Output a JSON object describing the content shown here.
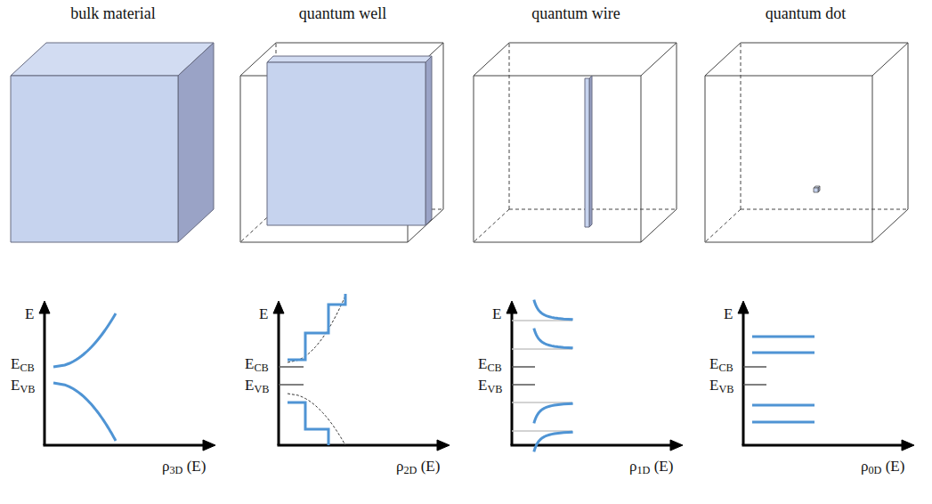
{
  "diagram": {
    "labels": [
      "bulk material",
      "quantum well",
      "quantum wire",
      "quantum dot",
      "E",
      "ECB",
      "EVB",
      "ρ3D (E)",
      "E",
      "ECB",
      "EVB",
      "ρ2D (E)",
      "E",
      "ECB",
      "EVB",
      "ρ1D (E)",
      "E",
      "ECB",
      "EVB",
      "ρ0D (E)"
    ]
  }
}
